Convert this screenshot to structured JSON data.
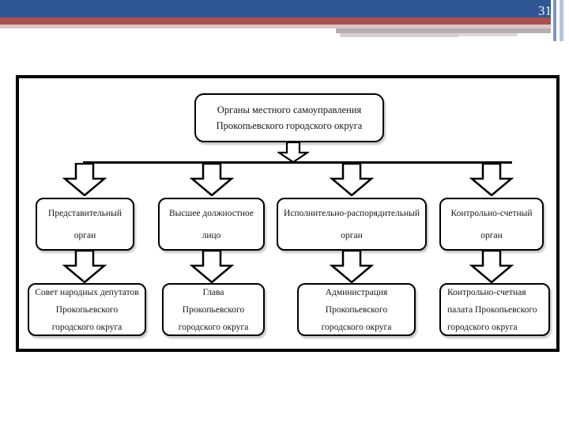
{
  "slide": {
    "page_number": "31"
  },
  "colors": {
    "header-blue": "#2f5795",
    "header-red": "#a65050",
    "header-pink": "#dfc3c6",
    "header-gray": "#b5aeb2",
    "header-gray-light": "#d6d0d2",
    "stripe-blue": "#7b97c1",
    "stripe-blue-light": "#b4c3da",
    "box-border": "#000000",
    "text": "#15151d"
  },
  "diagram": {
    "root": {
      "lines": [
        "Органы местного самоуправления",
        "Прокопьевского городского округа"
      ]
    },
    "level2": [
      {
        "lines": [
          "Представительный",
          "орган"
        ]
      },
      {
        "lines": [
          "Высшее должностное",
          "лицо"
        ]
      },
      {
        "lines": [
          "Исполнительно-распорядительный",
          "орган"
        ]
      },
      {
        "lines": [
          "Контрольно-счетный",
          "орган"
        ]
      }
    ],
    "level3": [
      {
        "lines": [
          "Совет народных депутатов",
          "Прокопьевского",
          "городского округа"
        ]
      },
      {
        "lines": [
          "Глава",
          "Прокопьевского",
          "городского округа"
        ]
      },
      {
        "lines": [
          "Администрация",
          "Прокопьевского",
          "городского округа"
        ]
      },
      {
        "lines": [
          "Контрольно-счетная",
          "палата Прокопьевского",
          "городского округа"
        ]
      }
    ]
  }
}
